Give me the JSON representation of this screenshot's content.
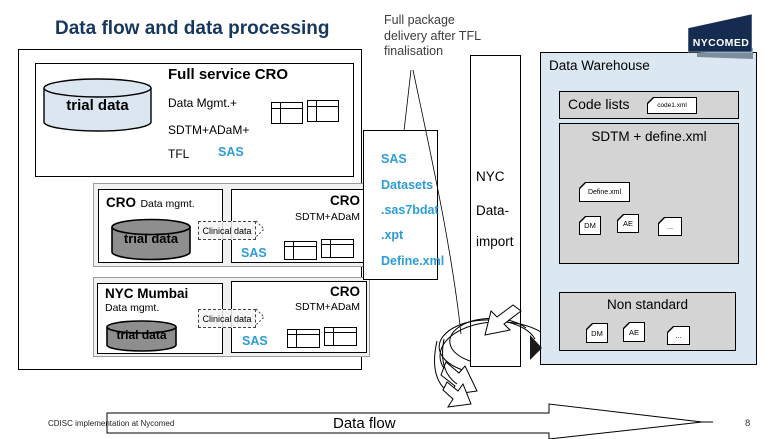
{
  "slide": {
    "title": "Data flow and data processing",
    "annotation": "Full package delivery after TFL finalisation",
    "footer_note": "CDISC implementation at Nycomed",
    "flow_label": "Data flow",
    "page_number": "8"
  },
  "logo": {
    "text": "NYCOMED"
  },
  "full_service_cro": {
    "title": "Full service CRO",
    "cylinder_label": "trial data",
    "line1": "Data Mgmt.+",
    "line2": "SDTM+ADaM+",
    "line3": "TFL",
    "sas_label": "SAS"
  },
  "process_slides": [
    {
      "org": "CRO",
      "org_detail": "Data mgmt.",
      "cylinder_label": "trial data",
      "arrow_label": "Clinical data",
      "target_org": "CRO",
      "target_detail": "SDTM+ADaM",
      "sas_label": "SAS"
    },
    {
      "org": "NYC Mumbai",
      "org_detail": "Data mgmt.",
      "cylinder_label": "trial data",
      "arrow_label": "Clinical data",
      "target_org": "CRO",
      "target_detail": "SDTM+ADaM",
      "sas_label": "SAS"
    }
  ],
  "sas_package": {
    "lines": [
      "SAS",
      "Datasets",
      ".sas7bdat",
      ".xpt",
      "Define.xml"
    ]
  },
  "nyc_import": {
    "lines": [
      "NYC",
      "Data-",
      "import"
    ]
  },
  "data_warehouse": {
    "title": "Data Warehouse",
    "code_lists": {
      "label": "Code lists",
      "file": "code1.xml"
    },
    "sdtm_section": {
      "title": "SDTM + define.xml",
      "define_file": "Define.xml",
      "files": [
        "DM",
        "AE",
        "..."
      ]
    },
    "non_standard": {
      "title": "Non standard",
      "files": [
        "DM",
        "AE",
        "..."
      ]
    }
  },
  "icons": {
    "file": "folded-corner-file-icon",
    "table": "data-table-icon",
    "cylinder": "database-cylinder-icon",
    "cycle": "circular-arrows-icon",
    "flow": "right-block-arrow-icon"
  },
  "colors": {
    "title_navy": "#17375E",
    "sas_blue": "#2D9CD8",
    "warehouse_bg": "#DBE8F2",
    "panel_gray": "#D4D4D4",
    "logo_navy": "#152C50",
    "logo_ribbon_gray": "#7C8DA0"
  }
}
